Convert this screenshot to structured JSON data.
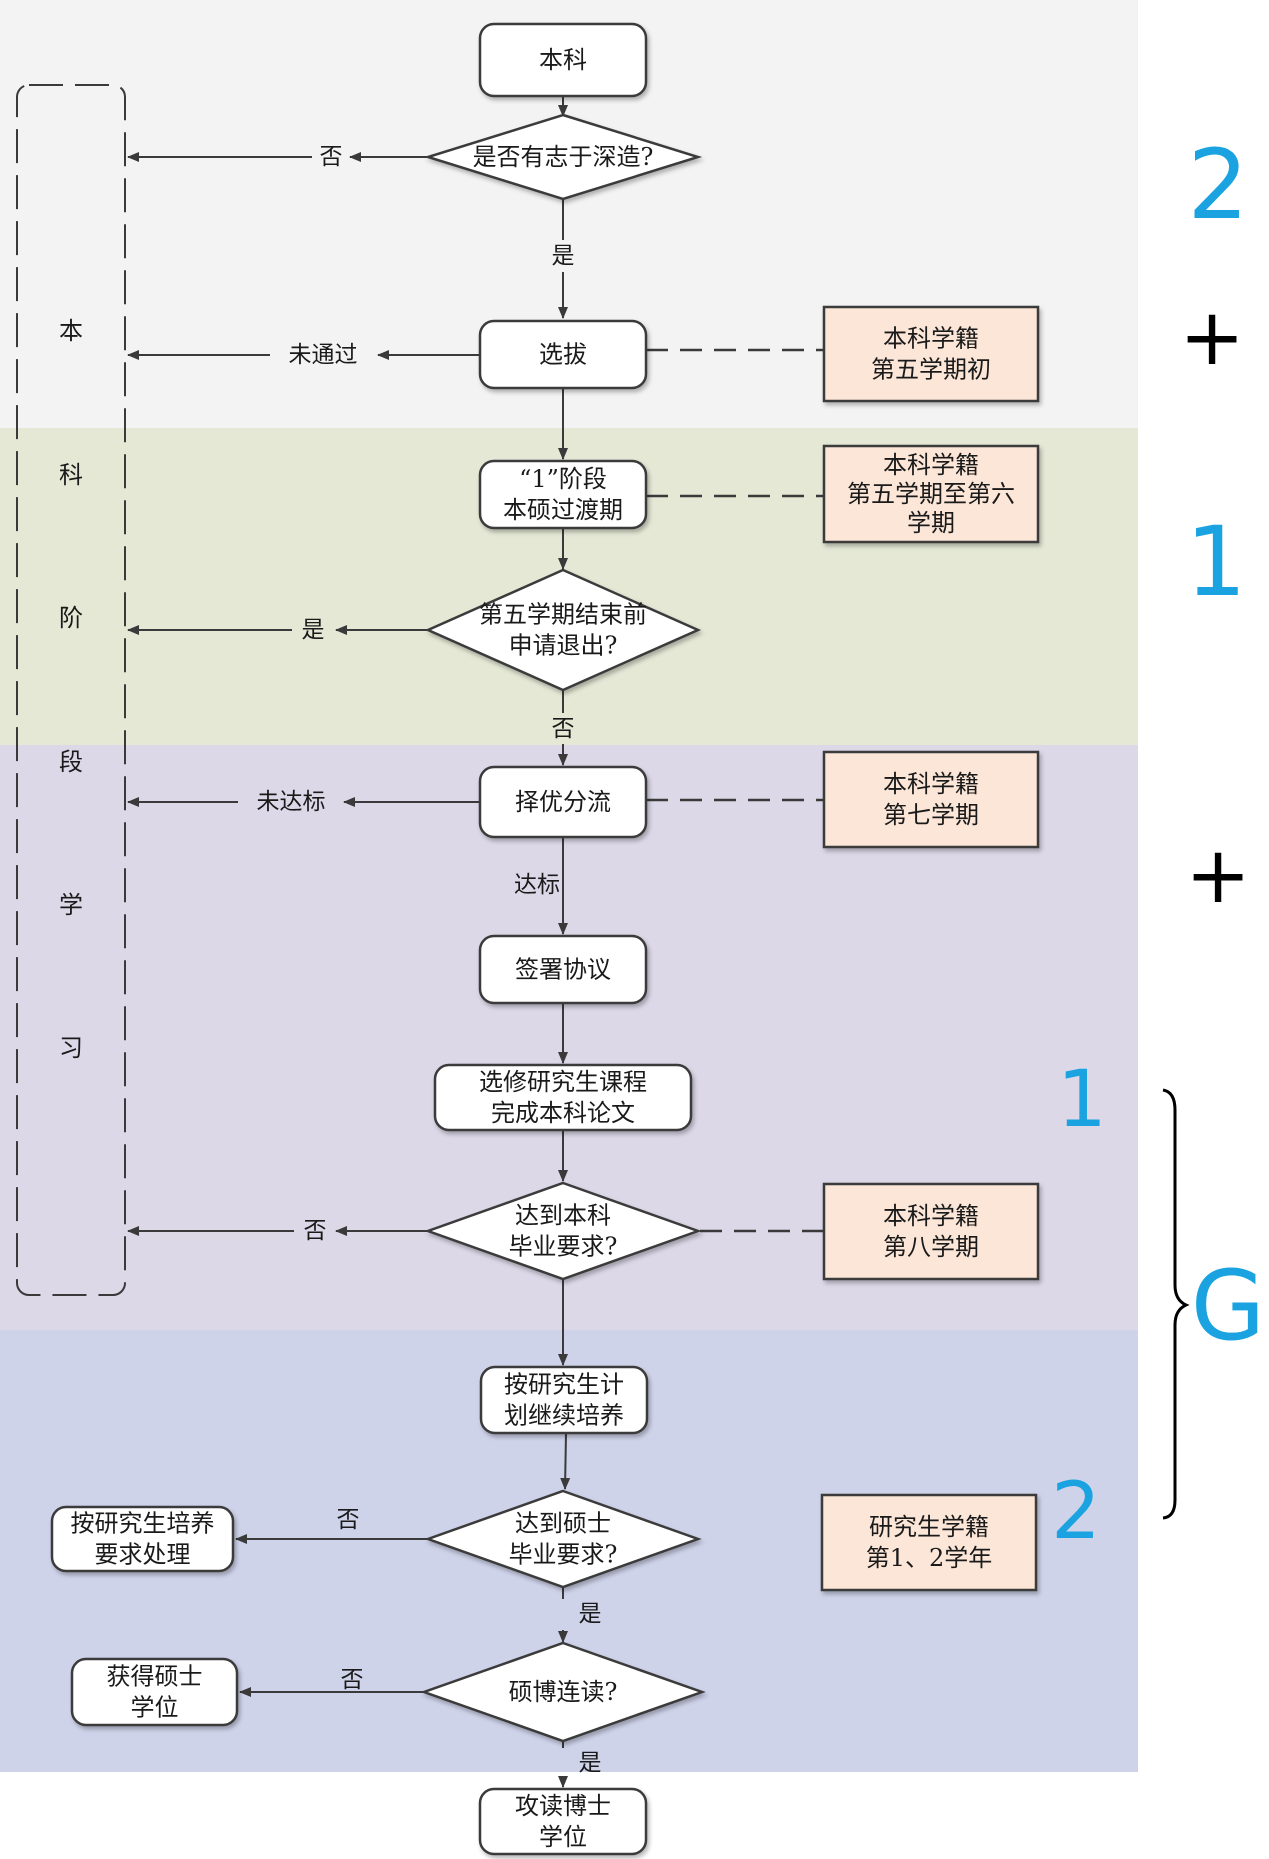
{
  "colors": {
    "band_top": "#f3f3f3",
    "band_green": "#e4e8d5",
    "band_purple": "#dcd8e8",
    "band_blue": "#cfd3ea",
    "note_fill": "#fbe6d8",
    "box_fill": "#ffffff",
    "stroke": "#3a3a3a",
    "mark_blue": "#1aa3e0",
    "mark_black": "#000000"
  },
  "side_label": {
    "chars": [
      "本",
      "科",
      "阶",
      "段",
      "学",
      "习"
    ]
  },
  "nodes": {
    "start": {
      "lines": [
        "本科"
      ]
    },
    "q_study": {
      "lines": [
        "是否有志于深造?"
      ]
    },
    "select": {
      "lines": [
        "选拔"
      ]
    },
    "stage1": {
      "lines": [
        "“1”阶段",
        "本硕过渡期"
      ]
    },
    "q_quit": {
      "lines": [
        "第五学期结束前",
        "申请退出?"
      ]
    },
    "stream": {
      "lines": [
        "择优分流"
      ]
    },
    "sign": {
      "lines": [
        "签署协议"
      ]
    },
    "courses": {
      "lines": [
        "选修研究生课程",
        "完成本科论文"
      ]
    },
    "q_bachelor": {
      "lines": [
        "达到本科",
        "毕业要求?"
      ]
    },
    "continue": {
      "lines": [
        "按研究生计",
        "划继续培养"
      ]
    },
    "q_master": {
      "lines": [
        "达到硕士",
        "毕业要求?"
      ]
    },
    "handle": {
      "lines": [
        "按研究生培养",
        "要求处理"
      ]
    },
    "q_phd": {
      "lines": [
        "硕博连读?"
      ]
    },
    "master_degree": {
      "lines": [
        "获得硕士",
        "学位"
      ]
    },
    "phd": {
      "lines": [
        "攻读博士",
        "学位"
      ]
    }
  },
  "notes": {
    "n1": {
      "lines": [
        "本科学籍",
        "第五学期初"
      ]
    },
    "n2": {
      "lines": [
        "本科学籍",
        "第五学期至第六",
        "学期"
      ]
    },
    "n3": {
      "lines": [
        "本科学籍",
        "第七学期"
      ]
    },
    "n4": {
      "lines": [
        "本科学籍",
        "第八学期"
      ]
    },
    "n5": {
      "lines": [
        "研究生学籍",
        "第1、2学年"
      ]
    }
  },
  "edge_labels": {
    "e_no_study": "否",
    "e_yes_study": "是",
    "e_fail_select": "未通过",
    "e_yes_quit": "是",
    "e_no_quit": "否",
    "e_fail_stream": "未达标",
    "e_pass_stream": "达标",
    "e_no_bachelor": "否",
    "e_no_master": "否",
    "e_yes_master": "是",
    "e_no_phd": "否",
    "e_yes_phd": "是"
  },
  "marks": {
    "m_2_top": "2",
    "m_plus_1": "+",
    "m_1_mid": "1",
    "m_plus_2": "+",
    "m_1_low": "1",
    "m_G": "G",
    "m_2_low": "2"
  }
}
